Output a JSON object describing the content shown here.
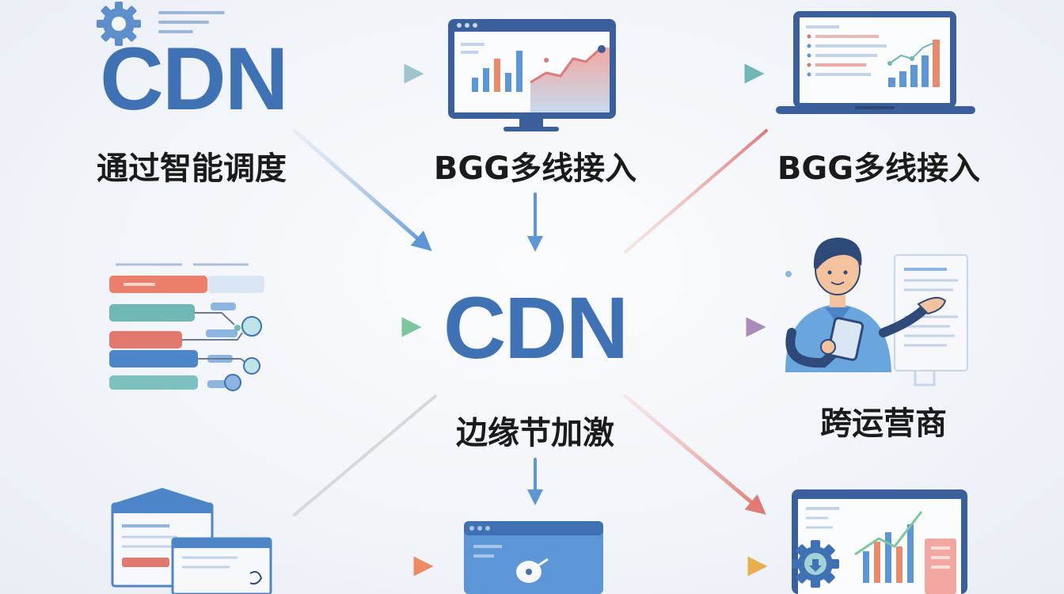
{
  "colors": {
    "brand_blue": "#3f72b4",
    "arrow_blue": "#5c96d6",
    "arrow_teal": "#6fb8b5",
    "arrow_green": "#7cc89c",
    "arrow_purple": "#a88bb8",
    "arrow_red": "#e07a74",
    "arrow_orange": "#ee8a64",
    "arrow_yellow": "#e8b04a"
  },
  "nodes": {
    "cdn_top_left": {
      "logo": "CDN",
      "caption": "通过智能调度"
    },
    "monitor_top": {
      "caption": "BGG多线接入"
    },
    "laptop_top": {
      "caption": "BGG多线接入"
    },
    "center": {
      "logo": "CDN",
      "caption": "边缘节加激"
    },
    "person": {
      "caption": "跨运营商"
    }
  },
  "icons": {
    "gear": "gear-icon",
    "monitor": "monitor-chart-icon",
    "laptop": "laptop-chart-icon",
    "list": "flowchart-list-icon",
    "person": "person-tablet-icon",
    "documents": "documents-icon",
    "browser": "browser-window-icon",
    "dashboard": "dashboard-gear-icon"
  }
}
